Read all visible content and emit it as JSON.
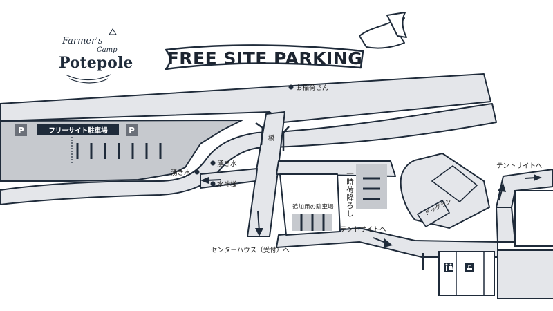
{
  "logo": {
    "line1": "Farmer's",
    "line2": "Camp",
    "line3": "Potepole"
  },
  "title_banner": {
    "text": "FREE SITE PARKING"
  },
  "labels": {
    "inari": "お稲荷さん",
    "free_site_parking": "フリーサイト駐車場",
    "parking_symbol": "P",
    "bridge": "橋",
    "spring_water_1": "湧き水",
    "spring_water_2": "湧き水",
    "water_god": "水神様",
    "temporary_unloading": "一時荷降ろし",
    "extra_parking": "追加用の駐車場",
    "to_tent_site_1": "テントサイトへ",
    "to_tent_site_2": "テントサイトへ",
    "dog_run": "ドッグラン",
    "to_center_house": "センターハウス（受付）へ"
  },
  "icons": {
    "restroom": "restroom-icon",
    "sink": "sink-icon"
  },
  "colors": {
    "road": "#e4e6ea",
    "parking_area": "#c6c9ce",
    "outline": "#1f2b3a",
    "background": "#ffffff"
  }
}
